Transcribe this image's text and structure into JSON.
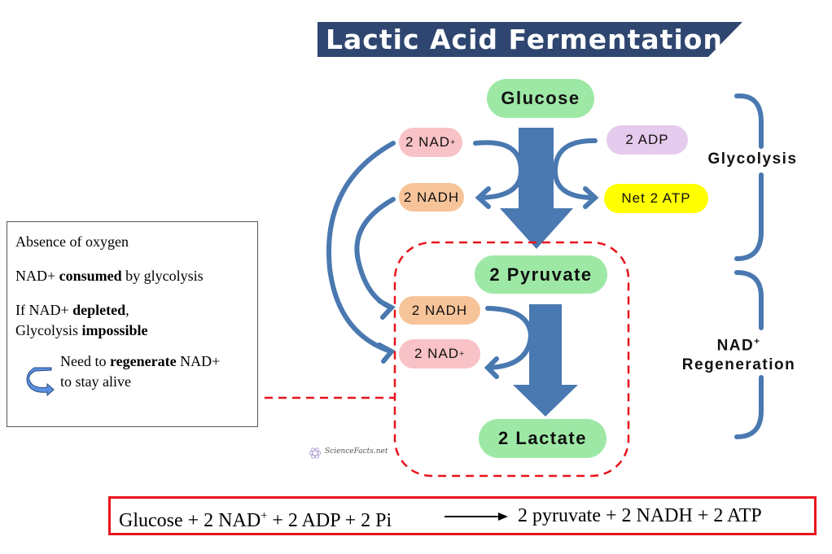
{
  "title": "Lactic Acid Fermentation",
  "nodes": {
    "glucose": "Glucose",
    "nad_top": "2 NAD",
    "nadh_top": "2 NADH",
    "adp": "2 ADP",
    "atp": "Net 2 ATP",
    "pyruvate": "2 Pyruvate",
    "nadh_bottom": "2 NADH",
    "nad_bottom": "2 NAD",
    "lactate": "2 Lactate",
    "superscript": "+"
  },
  "stages": {
    "glycolysis": "Glycolysis",
    "regeneration_line1": "NAD",
    "regeneration_line2": "Regeneration"
  },
  "note": {
    "line1": "Absence of oxygen",
    "line2_a": "NAD+ ",
    "line2_b": "consumed",
    "line2_c": " by glycolysis",
    "line3_a": "If NAD+ ",
    "line3_b": "depleted",
    "line3_c": ",",
    "line4_a": "Glycolysis ",
    "line4_b": "impossible",
    "line5_a": "Need to ",
    "line5_b": "regenerate",
    "line5_c": " NAD+",
    "line6": "to stay alive"
  },
  "equation": {
    "left_a": "Glucose + 2 NAD",
    "left_sup": "+",
    "left_b": " + 2 ADP + 2 Pi",
    "right": "2 pyruvate + 2 NADH + 2 ATP"
  },
  "logo": "ScienceFacts.net",
  "colors": {
    "banner": "#2f4670",
    "arrow": "#4a78b0",
    "green": "#9ee8a6",
    "pink": "#f8c2c6",
    "orange": "#f7c49a",
    "lavender": "#e5cbee",
    "yellow": "#ffff00",
    "red": "#e8141b"
  }
}
